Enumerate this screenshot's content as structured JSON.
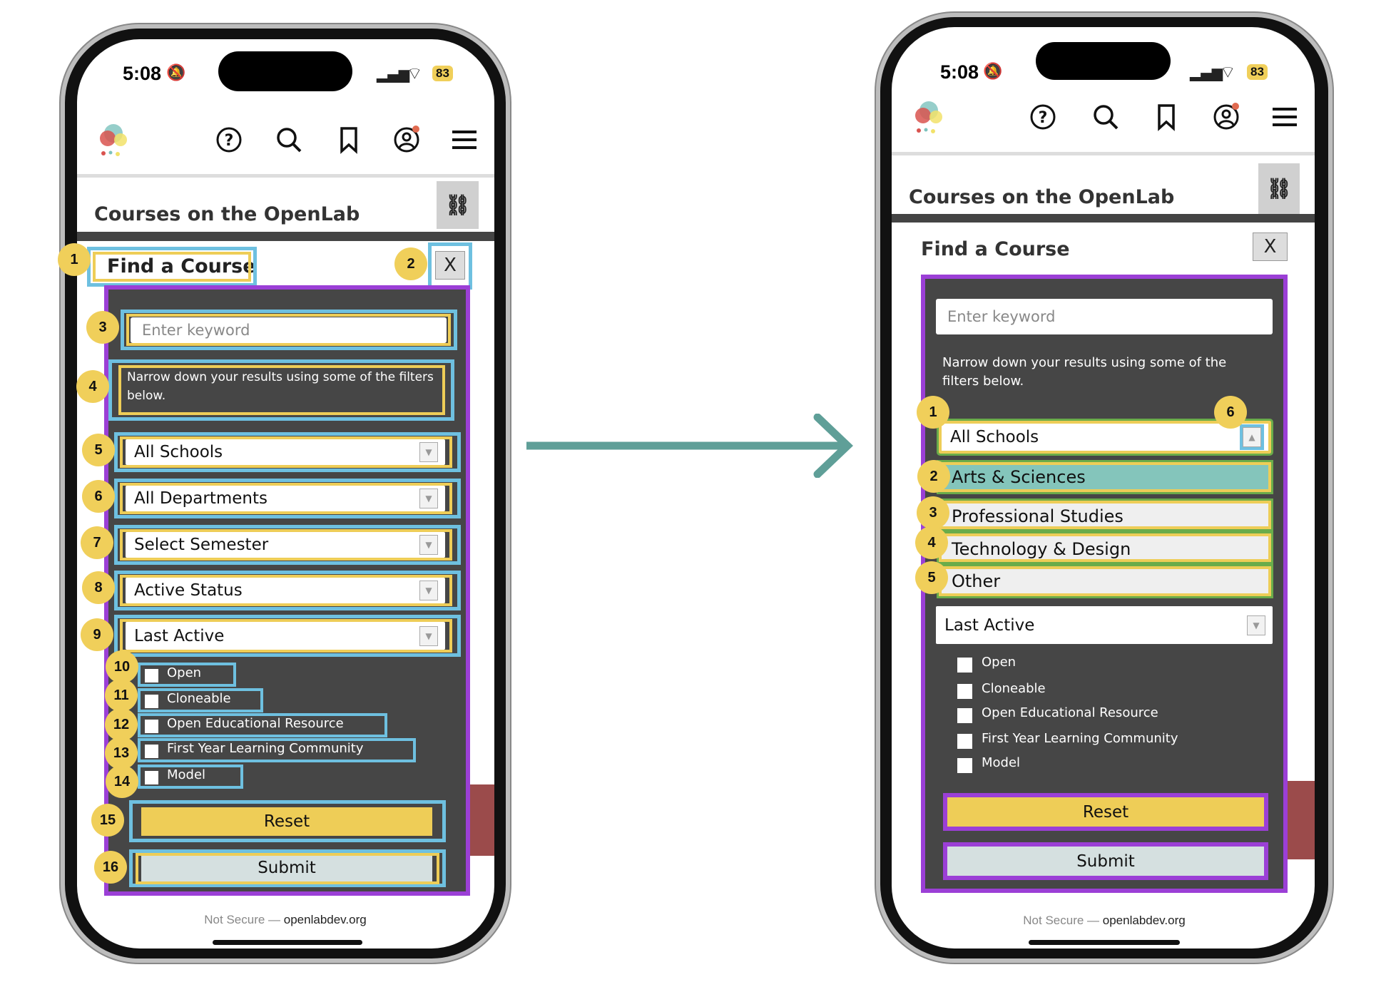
{
  "colors": {
    "annotation_blue": "#6ec0e0",
    "annotation_green": "#6aac4a",
    "annotation_yellow": "#eecd57",
    "annotation_purple": "#9b3fd6",
    "panel": "#464646",
    "selected_option": "#84c5bb",
    "arrow": "#5f9f98"
  },
  "status_bar": {
    "time": "5:08",
    "battery": "83"
  },
  "header_icons": [
    "help-icon",
    "search-icon",
    "bookmark-icon",
    "account-icon",
    "menu-icon"
  ],
  "page_title": "Courses on the OpenLab",
  "find_course": {
    "heading": "Find a Course",
    "close_label": "X",
    "keyword_placeholder": "Enter keyword",
    "narrow_text": "Narrow down your results using some of the filters below."
  },
  "selects": [
    "All Schools",
    "All Departments",
    "Select Semester",
    "Active Status",
    "Last Active"
  ],
  "school_options": [
    "Arts & Sciences",
    "Professional Studies",
    "Technology & Design",
    "Other"
  ],
  "checkboxes": [
    "Open",
    "Cloneable",
    "Open Educational Resource",
    "First Year Learning Community",
    "Model"
  ],
  "buttons": {
    "reset": "Reset",
    "submit": "Submit"
  },
  "footer": {
    "prefix": "Not Secure — ",
    "domain": "openlabdev.org"
  },
  "left_badges": [
    "1",
    "2",
    "3",
    "4",
    "5",
    "6",
    "7",
    "8",
    "9",
    "10",
    "11",
    "12",
    "13",
    "14",
    "15",
    "16"
  ],
  "right_badges": [
    "1",
    "2",
    "3",
    "4",
    "5",
    "6"
  ]
}
